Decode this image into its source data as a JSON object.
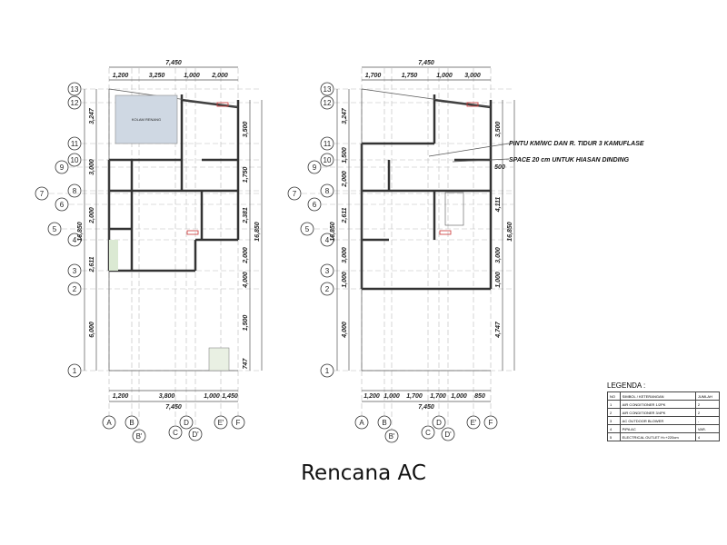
{
  "title": "Rencana AC",
  "plans": [
    {
      "top_total": "7,450",
      "top": [
        "1,200",
        "3,250",
        "1,000",
        "2,000"
      ],
      "bottom": [
        "1,200",
        "3,800",
        "1,000",
        "1,450"
      ],
      "bottom_total": "7,450",
      "left": [
        "3,247",
        "3,000",
        "2,000",
        "2,611",
        "6,000"
      ],
      "left_total": "16,850",
      "right": [
        "3,500",
        "1,750",
        "2,381",
        "2,000",
        "4,000",
        "1,500",
        "747"
      ],
      "right_total": "16,850",
      "room": "KOLAM RENANG"
    },
    {
      "top_total": "7,450",
      "top": [
        "1,700",
        "1,750",
        "1,000",
        "3,000"
      ],
      "bottom": [
        "1,200",
        "1,000",
        "1,700",
        "1,700",
        "1,000",
        "850"
      ],
      "bottom_total": "7,450",
      "left": [
        "3,247",
        "1,500",
        "2,000",
        "2,611",
        "3,000",
        "1,000",
        "4,000"
      ],
      "left_total": "16,850",
      "right": [
        "3,500",
        "500",
        "4,111",
        "3,000",
        "1,000",
        "4,747"
      ],
      "right_total": "16,850"
    }
  ],
  "grid_rows": [
    "13",
    "12",
    "11",
    "10",
    "9",
    "8",
    "7",
    "6",
    "5",
    "4",
    "3",
    "2",
    "1"
  ],
  "grid_cols": [
    "A",
    "B",
    "B'",
    "C",
    "D",
    "D'",
    "E'",
    "F"
  ],
  "notes": [
    "PINTU KM/WC DAN R. TIDUR 3 KAMUFLASE",
    "SPACE 20 cm UNTUK HIASAN DINDING"
  ],
  "legend": {
    "title": "LEGENDA :",
    "headers": [
      "NO",
      "SIMBOL / KETERANGAN",
      "JUMLAH"
    ],
    "rows": [
      [
        "1",
        "AIR CONDITIONER 1/2PK",
        "2"
      ],
      [
        "2",
        "AIR CONDITIONER 3/4PK",
        "2"
      ],
      [
        "3",
        "AC OUTDOOR BLOWER",
        "-"
      ],
      [
        "4",
        "PIPA AC",
        "VAR."
      ],
      [
        "5",
        "ELECTRICAL OUTLET H=+220cm",
        "4"
      ]
    ]
  }
}
